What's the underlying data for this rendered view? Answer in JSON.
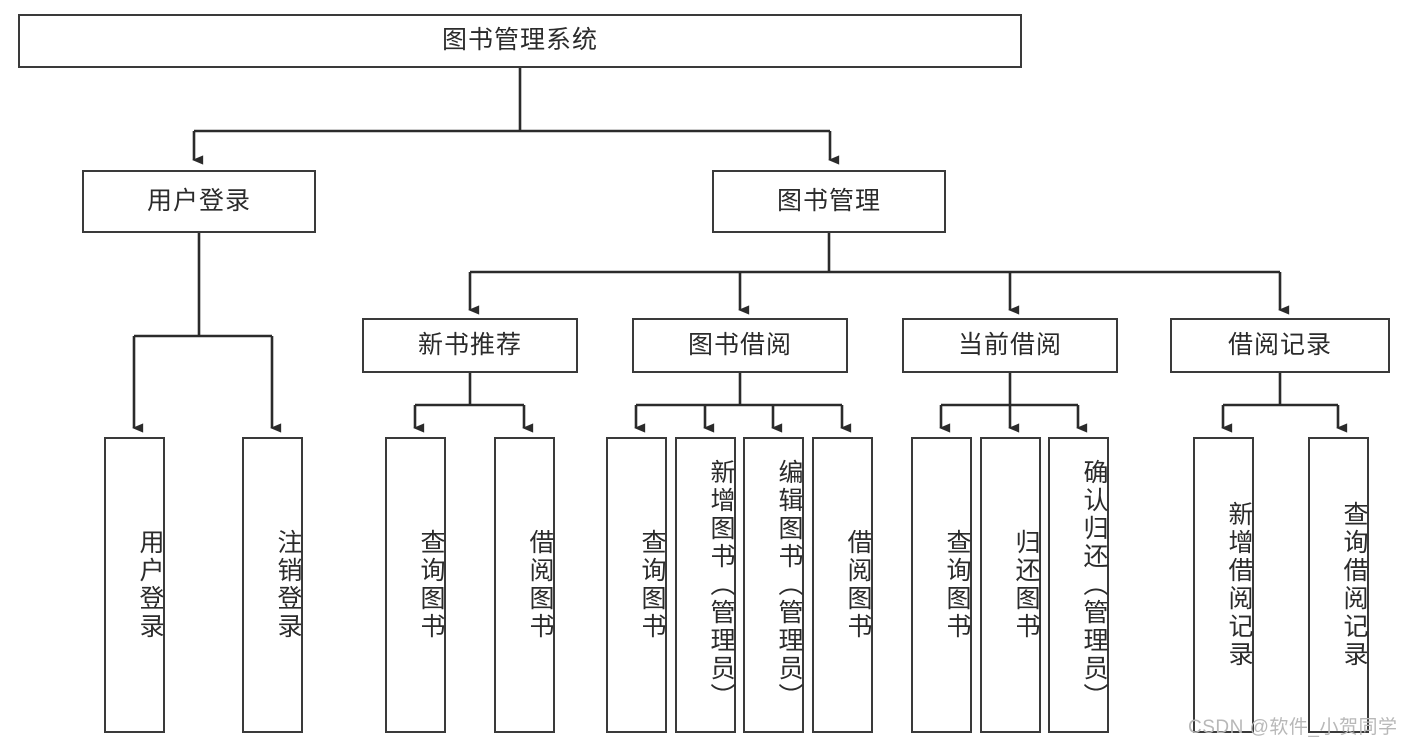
{
  "diagram": {
    "type": "tree",
    "title": "图书管理系统",
    "orientation": "top-down",
    "colors": {
      "box_border": "#3a3a3a",
      "box_fill": "#ffffff",
      "edge": "#2b2b2b",
      "text": "#2b2b2b",
      "watermark": "#b8b8b8",
      "background": "#ffffff"
    },
    "root": {
      "id": "root",
      "label": "图书管理系统",
      "orientation": "horizontal"
    },
    "level2": [
      {
        "id": "user-login",
        "label": "用户登录",
        "orientation": "horizontal"
      },
      {
        "id": "book-management",
        "label": "图书管理",
        "orientation": "horizontal"
      }
    ],
    "level3": [
      {
        "id": "new-book-recommend",
        "label": "新书推荐",
        "orientation": "horizontal"
      },
      {
        "id": "book-borrow",
        "label": "图书借阅",
        "orientation": "horizontal"
      },
      {
        "id": "current-borrow",
        "label": "当前借阅",
        "orientation": "horizontal"
      },
      {
        "id": "borrow-record",
        "label": "借阅记录",
        "orientation": "horizontal"
      }
    ],
    "leaves": [
      {
        "id": "leaf-user-login",
        "label": "用户登录",
        "parent": "user-login"
      },
      {
        "id": "leaf-logout-login",
        "label": "注销登录",
        "parent": "user-login"
      },
      {
        "id": "leaf-query-book-1",
        "label": "查询图书",
        "parent": "new-book-recommend"
      },
      {
        "id": "leaf-borrow-book-1",
        "label": "借阅图书",
        "parent": "new-book-recommend"
      },
      {
        "id": "leaf-query-book-2",
        "label": "查询图书",
        "parent": "book-borrow"
      },
      {
        "id": "leaf-add-book",
        "label": "新增图书（管理员）",
        "parent": "book-borrow"
      },
      {
        "id": "leaf-edit-book",
        "label": "编辑图书（管理员）",
        "parent": "book-borrow"
      },
      {
        "id": "leaf-borrow-book-2",
        "label": "借阅图书",
        "parent": "book-borrow"
      },
      {
        "id": "leaf-query-book-3",
        "label": "查询图书",
        "parent": "current-borrow"
      },
      {
        "id": "leaf-return-book",
        "label": "归还图书",
        "parent": "current-borrow"
      },
      {
        "id": "leaf-confirm-return",
        "label": "确认归还（管理员）",
        "parent": "current-borrow"
      },
      {
        "id": "leaf-add-record",
        "label": "新增借阅记录",
        "parent": "borrow-record"
      },
      {
        "id": "leaf-query-record",
        "label": "查询借阅记录",
        "parent": "borrow-record"
      }
    ]
  },
  "watermark": {
    "text": "CSDN @软件_小贺同学"
  }
}
